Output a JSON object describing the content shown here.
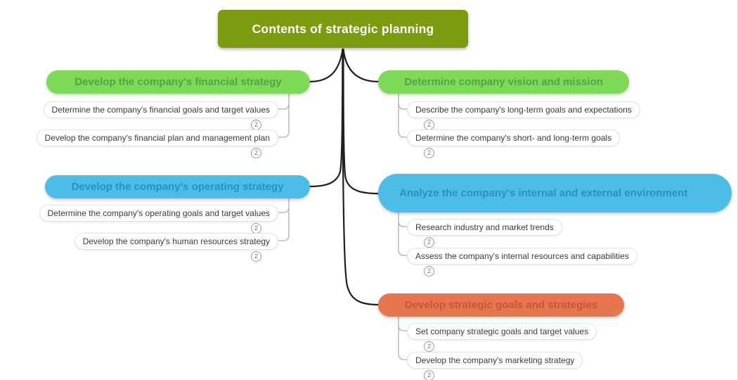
{
  "root": {
    "label": "Contents of strategic planning"
  },
  "branches": [
    {
      "label": "Develop the company's financial strategy",
      "side": "left",
      "color": "#7ed957",
      "children": [
        {
          "label": "Determine the company's financial goals and target values",
          "count": "2"
        },
        {
          "label": "Develop the company's financial plan and management plan",
          "count": "2"
        }
      ]
    },
    {
      "label": "Determine company vision and mission",
      "side": "right",
      "color": "#7ed957",
      "children": [
        {
          "label": "Describe the company's long-term goals and expectations",
          "count": "2"
        },
        {
          "label": "Determine the company's short- and long-term goals",
          "count": "2"
        }
      ]
    },
    {
      "label": "Develop the company's operating strategy",
      "side": "left",
      "color": "#4cbde6",
      "children": [
        {
          "label": "Determine the company's operating goals and target values",
          "count": "2"
        },
        {
          "label": "Develop the company's human resources strategy",
          "count": "2"
        }
      ]
    },
    {
      "label": "Analyze the company's internal and external environment",
      "side": "right",
      "color": "#4cbde6",
      "children": [
        {
          "label": "Research industry and market trends",
          "count": "2"
        },
        {
          "label": "Assess the company's internal resources and capabilities",
          "count": "2"
        }
      ]
    },
    {
      "label": "Develop strategic goals and strategies",
      "side": "right",
      "color": "#e7764f",
      "children": [
        {
          "label": "Set company strategic goals and target values",
          "count": "2"
        },
        {
          "label": "Develop the company's marketing strategy",
          "count": "2"
        }
      ]
    }
  ],
  "colors": {
    "root_fill": "#7d9b0e",
    "root_text": "#ffffff",
    "green_fill": "#7ed957",
    "green_text": "#53a347",
    "blue_fill": "#4cbde6",
    "blue_text": "#2b90ba",
    "orange_fill": "#e7764f",
    "orange_text": "#c0583a",
    "connector_main": "#1f1f1f",
    "connector_sub": "#b0b0b0"
  }
}
